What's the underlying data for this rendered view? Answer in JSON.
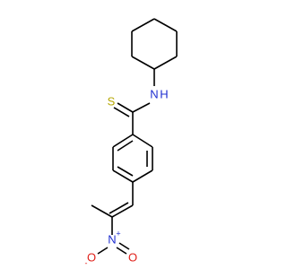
{
  "molecule": {
    "atoms": {
      "sulfur": {
        "symbol": "S",
        "color": "#b5a600"
      },
      "amine_n": {
        "symbol": "N",
        "color": "#1f2fd0"
      },
      "amine_h": {
        "symbol": "H",
        "color": "#1f2fd0"
      },
      "nitro_n": {
        "symbol": "N",
        "color": "#1f2fd0"
      },
      "nitro_n_charge": {
        "symbol": "+",
        "color": "#1f2fd0"
      },
      "oxygen_left": {
        "symbol": "O",
        "color": "#e0201a"
      },
      "oxygen_left_charge": {
        "symbol": "-",
        "color": "#e0201a"
      },
      "oxygen_right": {
        "symbol": "O",
        "color": "#e0201a"
      }
    }
  }
}
